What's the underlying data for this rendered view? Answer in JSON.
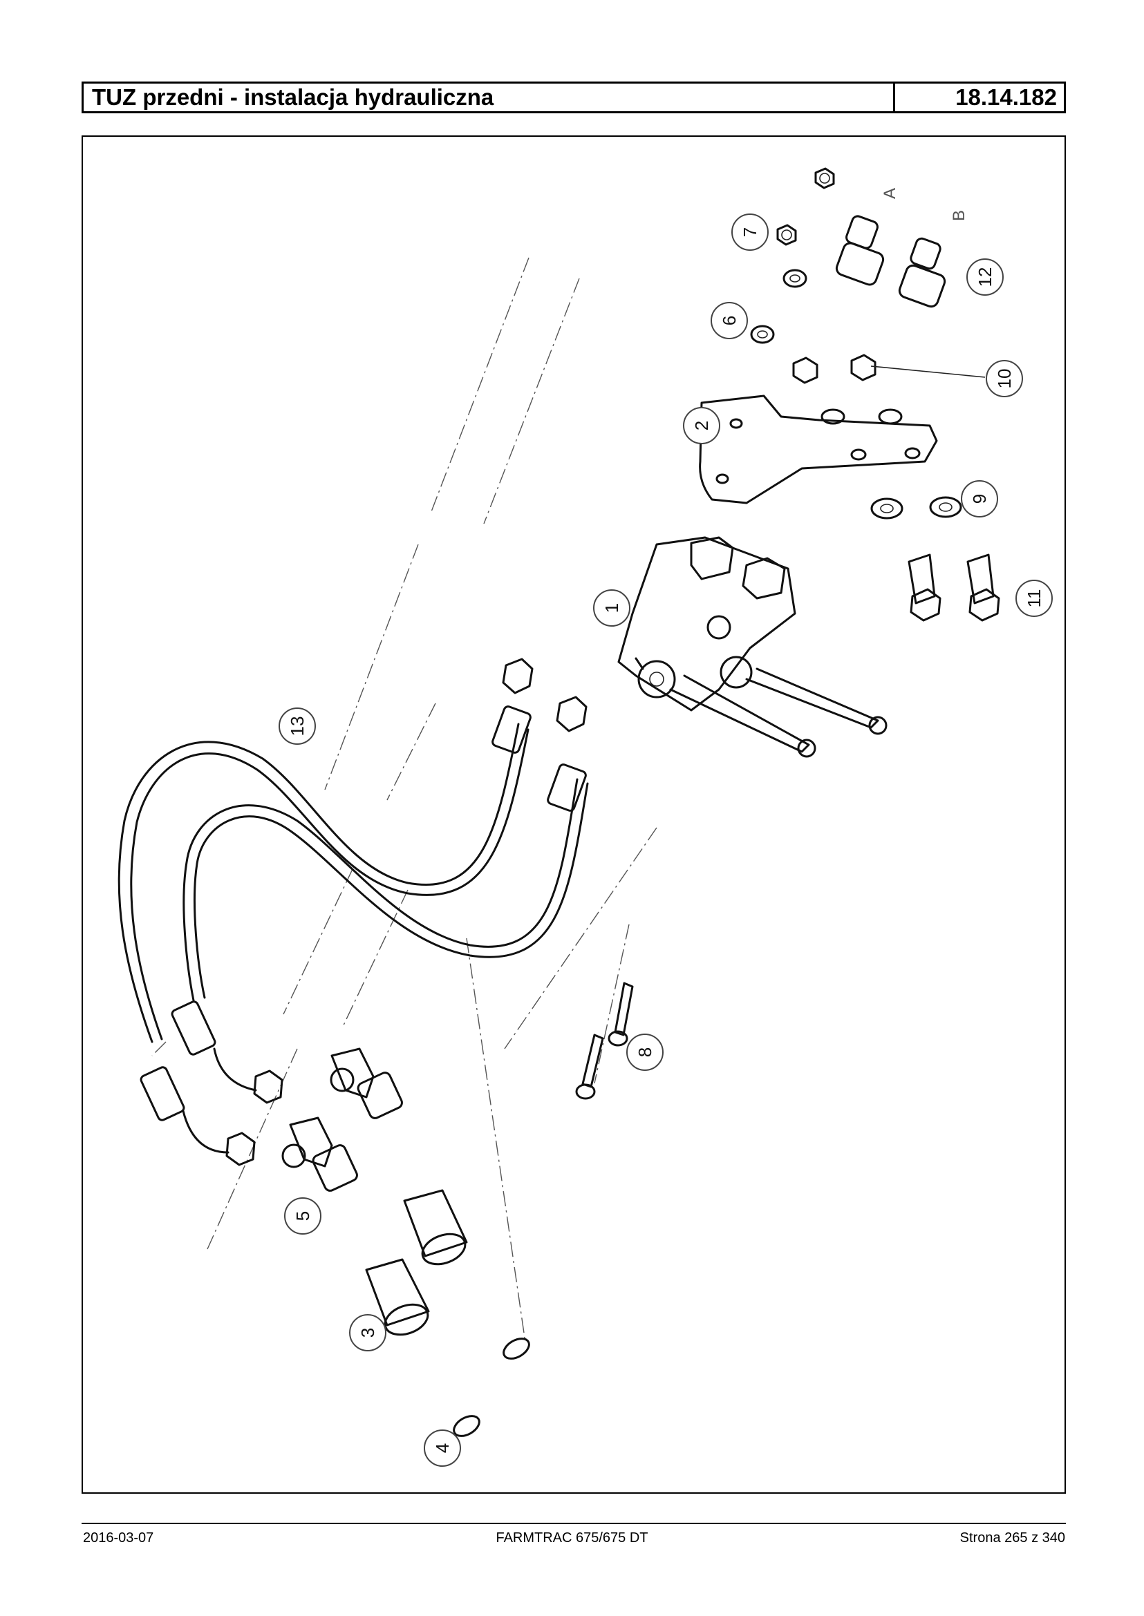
{
  "header": {
    "title": "TUZ przedni - instalacja hydrauliczna",
    "code": "18.14.182"
  },
  "diagram": {
    "port_labels": [
      "A",
      "B"
    ],
    "callouts": [
      "1",
      "2",
      "3",
      "4",
      "5",
      "6",
      "7",
      "8",
      "9",
      "10",
      "11",
      "12",
      "13"
    ]
  },
  "footer": {
    "date": "2016-03-07",
    "model": "FARMTRAC 675/675 DT",
    "page": "Strona 265 z 340"
  }
}
